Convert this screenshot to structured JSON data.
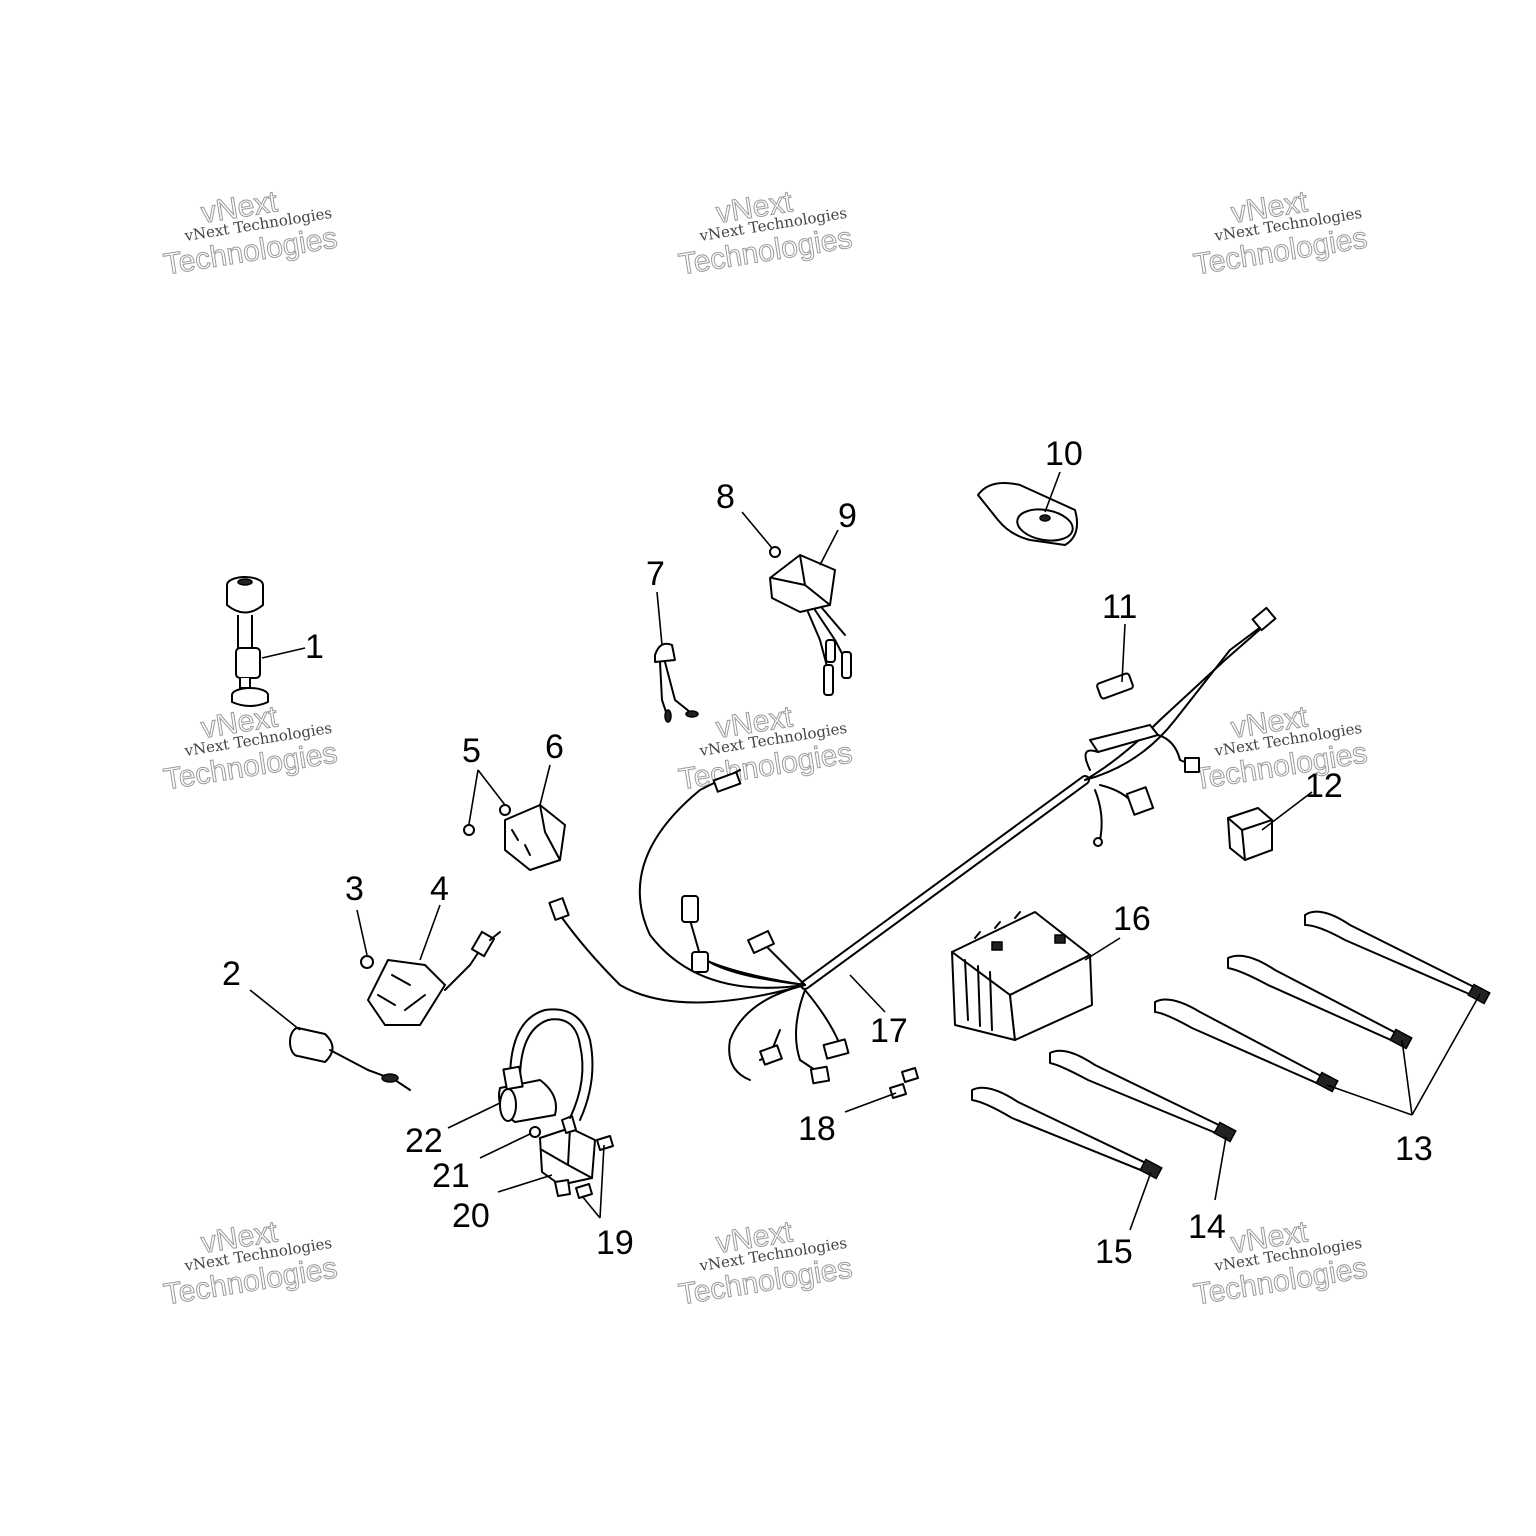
{
  "watermark": {
    "line_small": "vNext Technologies",
    "line_big_1": "vNext",
    "line_big_2": "Technologies"
  },
  "callouts": {
    "c1": "1",
    "c2": "2",
    "c3": "3",
    "c4": "4",
    "c5": "5",
    "c6": "6",
    "c7": "7",
    "c8": "8",
    "c9": "9",
    "c10": "10",
    "c11": "11",
    "c12": "12",
    "c13": "13",
    "c14": "14",
    "c15": "15",
    "c16": "16",
    "c17": "17",
    "c18": "18",
    "c19": "19",
    "c20": "20",
    "c21": "21",
    "c22": "22"
  }
}
